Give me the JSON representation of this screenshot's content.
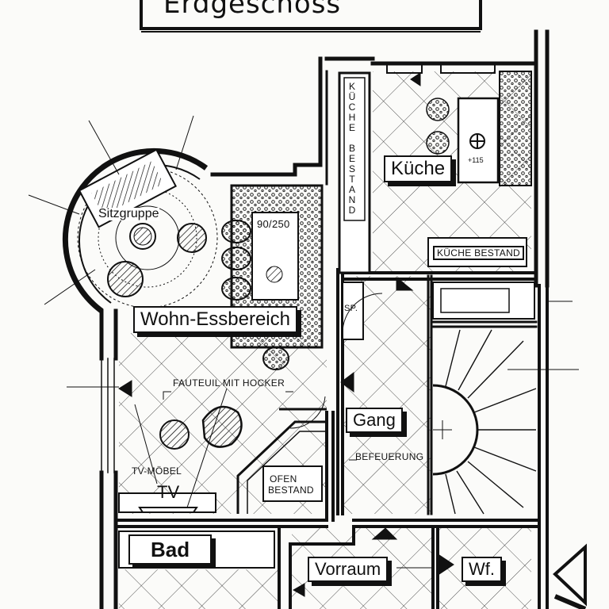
{
  "title": "Erdgeschoss",
  "rooms": {
    "kueche": "Küche",
    "wohn_essbereich": "Wohn-Essbereich",
    "gang": "Gang",
    "bad": "Bad",
    "vorraum": "Vorraum",
    "wc": "Wf."
  },
  "annotations": {
    "kueche_bestand_vertical": "KÜCHE BESTAND",
    "kueche_bestand": "KÜCHE BESTAND",
    "sitzgruppe": "Sitzgruppe",
    "tisch_mass": "90/250",
    "fauteuil": "FAUTEUIL MIT HOCKER",
    "tv_moebel": "TV-MÖBEL",
    "tv": "TV",
    "ofen_bestand_line1": "OFEN",
    "ofen_bestand_line2": "BESTAND",
    "befeuerung": "BEFEUERUNG",
    "speis": "SP.",
    "herd_mass": "+115"
  },
  "colors": {
    "ink": "#111111",
    "paper": "#fbfbf9"
  }
}
